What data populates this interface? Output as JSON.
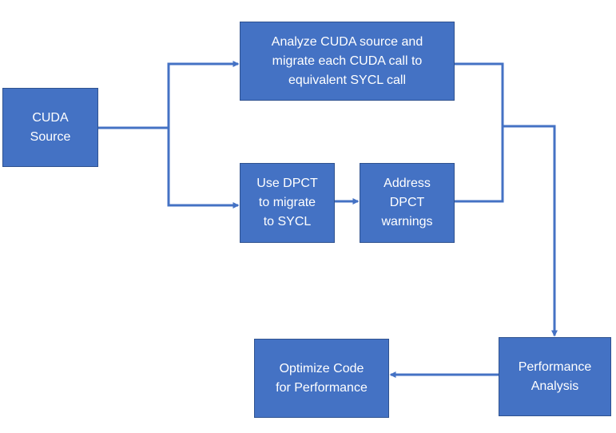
{
  "colors": {
    "box_fill": "#4472C4",
    "box_border": "#2F528F",
    "connector": "#4472C4",
    "box_text": "#FFFFFF"
  },
  "nodes": {
    "cuda_source": "CUDA\nSource",
    "analyze": "Analyze CUDA source and\nmigrate each CUDA call to\nequivalent SYCL call",
    "dpct": "Use DPCT\nto migrate\nto SYCL",
    "warnings": "Address\nDPCT\nwarnings",
    "performance_analysis": "Performance\nAnalysis",
    "optimize": "Optimize Code\nfor Performance"
  },
  "edges": [
    {
      "from": "CUDA Source",
      "to": "Analyze CUDA source and migrate each CUDA call to equivalent SYCL call"
    },
    {
      "from": "CUDA Source",
      "to": "Use DPCT to migrate to SYCL"
    },
    {
      "from": "Use DPCT to migrate to SYCL",
      "to": "Address DPCT warnings"
    },
    {
      "from": "Analyze CUDA source and migrate each CUDA call to equivalent SYCL call",
      "to": "Performance Analysis"
    },
    {
      "from": "Address DPCT warnings",
      "to": "Performance Analysis"
    },
    {
      "from": "Performance Analysis",
      "to": "Optimize Code for Performance"
    }
  ]
}
